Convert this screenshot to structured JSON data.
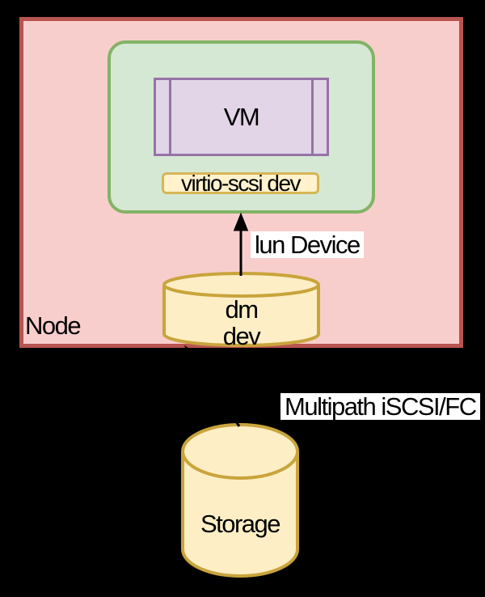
{
  "diagram": {
    "node_label": "Node",
    "vm_label": "VM",
    "virtio_label": "virtio-scsi dev",
    "lun_edge_label": "lun Device",
    "dm_label_line1": "dm",
    "dm_label_line2": "dev",
    "multipath_edge_label": "Multipath iSCSI/FC",
    "storage_label": "Storage"
  },
  "colors": {
    "background": "#000000",
    "node_fill": "#f8cecc",
    "node_stroke": "#b85450",
    "group_fill": "#d5e8d4",
    "group_stroke": "#82b366",
    "vm_fill": "#e1d5e7",
    "vm_stroke": "#9673a6",
    "virtio_fill": "#fff2cc",
    "virtio_stroke": "#d6b656",
    "cylinder_fill": "#fdeec5",
    "cylinder_stroke": "#c9a43c",
    "connector": "#000000",
    "edge_label_bg": "#ffffff",
    "text": "#000000"
  }
}
